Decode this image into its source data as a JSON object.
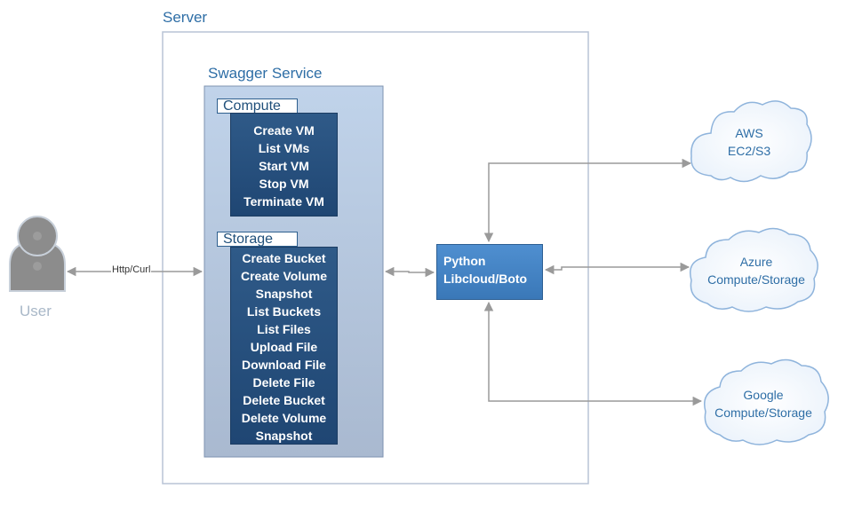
{
  "server": {
    "title": "Server"
  },
  "swagger": {
    "title": "Swagger Service"
  },
  "compute": {
    "title": "Compute",
    "operations": [
      "Create VM",
      "List VMs",
      "Start VM",
      "Stop VM",
      "Terminate VM"
    ]
  },
  "storage": {
    "title": "Storage",
    "operations": [
      "Create Bucket",
      "Create Volume",
      "Snapshot",
      "List Buckets",
      "List Files",
      "Upload File",
      "Download File",
      "Delete File",
      "Delete Bucket",
      "Delete Volume",
      "Snapshot"
    ]
  },
  "python": {
    "line1": "Python",
    "line2": "Libcloud/Boto"
  },
  "user": {
    "label": "User"
  },
  "connection": {
    "label": "Http/Curl"
  },
  "clouds": {
    "aws": {
      "line1": "AWS",
      "line2": "EC2/S3"
    },
    "azure": {
      "line1": "Azure",
      "line2": "Compute/Storage"
    },
    "google": {
      "line1": "Google",
      "line2": "Compute/Storage"
    }
  },
  "colors": {
    "server_border": "#b8c4d6",
    "swagger_fill": "#b4c8e2",
    "ops_fill": "#2a5484",
    "python_fill": "#4a8ac9",
    "cloud_stroke": "#8fb4dc",
    "user_icon": "#8c8c8c",
    "arrow": "#9a9a9a",
    "label_blue": "#2e6ea6"
  }
}
